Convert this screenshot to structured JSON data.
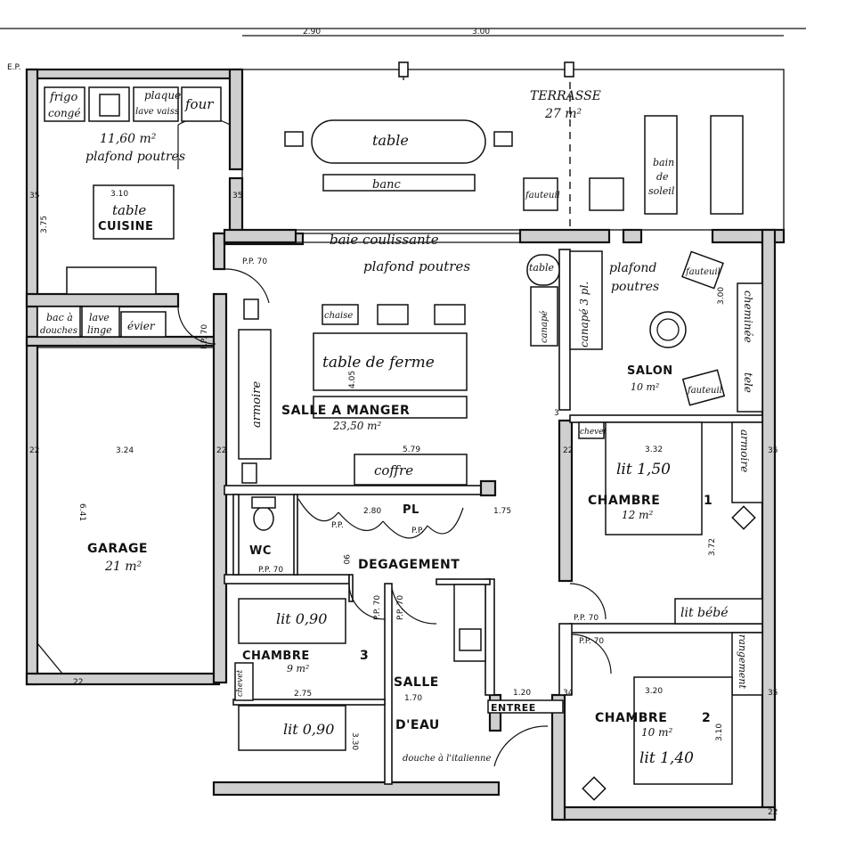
{
  "dims": {
    "top_left": "2.90",
    "top_right": "3.00",
    "ep": "E.P.",
    "kitchen_w": "3.10",
    "kitchen_h": "3.75",
    "kitchen_side": "35",
    "kitchen_side2": "35",
    "garage_w": "3.24",
    "garage_h": "6.41",
    "garage_side": "22",
    "garage_bottom": "22",
    "dining_h": "4.05",
    "dining_w": "5.79",
    "salon_h": "3.00",
    "salon_side": "3",
    "ch1_w": "3.32",
    "ch1_h": "3.72",
    "ch1_side": "22",
    "right_side": "35",
    "right_side2": "35",
    "deg_w": "2.80",
    "deg_w2": "1.75",
    "deg_side": "90",
    "ch3_w": "2.75",
    "ch3_h": "3.30",
    "sde_w": "1.70",
    "entry_w": "1.20",
    "ch2_w": "3.20",
    "ch2_h": "3.10",
    "ch2_side": "34",
    "ch2_side2": "22",
    "garage_side2": "22",
    "pp_kitchen": "P.P. 70",
    "pp_kitchen_v": "P.P. 70",
    "pp_wc": "P.P. 70",
    "pp_ch3": "P.P. 70",
    "pp_sde": "P.P. 70",
    "pp_ch1": "P.P. 70",
    "pp_ch2": "P.P. 70",
    "pp_deg": "P.P.",
    "pp_deg2": "P.P."
  },
  "rooms": {
    "terrasse": "TERRASSE",
    "terrasse_area": "27 m²",
    "cuisine": "CUISINE",
    "cuisine_area": "11,60 m²",
    "cuisine_ceiling": "plafond poutres",
    "salle": "SALLE A MANGER",
    "salle_area": "23,50 m²",
    "salle_ceiling": "plafond poutres",
    "salon": "SALON",
    "salon_area": "10 m²",
    "salon_ceiling_1": "plafond",
    "salon_ceiling_2": "poutres",
    "garage": "GARAGE",
    "garage_area": "21 m²",
    "chambre1": "CHAMBRE",
    "chambre1_num": "1",
    "chambre1_area": "12 m²",
    "chambre2": "CHAMBRE",
    "chambre2_num": "2",
    "chambre2_area": "10 m²",
    "chambre3": "CHAMBRE",
    "chambre3_num": "3",
    "chambre3_area": "9 m²",
    "sde_1": "SALLE",
    "sde_2": "D'EAU",
    "wc": "WC",
    "pl": "PL",
    "degagement": "DEGAGEMENT",
    "entree": "ENTREE"
  },
  "furniture": {
    "frigo_1": "frigo",
    "frigo_2": "congé",
    "plaque_1": "plaque",
    "plaque_2": "lave vaiss",
    "four": "four",
    "table_kitchen": "table",
    "bac_1": "bac à",
    "bac_2": "douches",
    "lave_1": "lave",
    "lave_2": "linge",
    "evier": "évier",
    "table_terrasse": "table",
    "banc": "banc",
    "fauteuil_t": "fauteuil",
    "bain_1": "bain",
    "bain_2": "de",
    "bain_3": "soleil",
    "baie": "baie coulissante",
    "chaise": "chaise",
    "table_ferme": "table de ferme",
    "armoire_salle": "armoire",
    "coffre": "coffre",
    "table_salon": "table",
    "canape": "canapé 3 pl.",
    "canape2": "canapé",
    "fauteuil_s1": "fauteuil",
    "fauteuil_s2": "fauteuil",
    "cheminee": "cheminée",
    "cheminee2": "tele",
    "chevet1": "chevet",
    "lit1": "lit 1,50",
    "armoire1": "armoire",
    "lit_bebe": "lit bébé",
    "rangement": "rangement",
    "lit2": "lit 1,40",
    "lit3a": "lit 0,90",
    "lit3b": "lit 0,90",
    "chevet3": "chevet",
    "douche": "douche à l'italienne"
  }
}
